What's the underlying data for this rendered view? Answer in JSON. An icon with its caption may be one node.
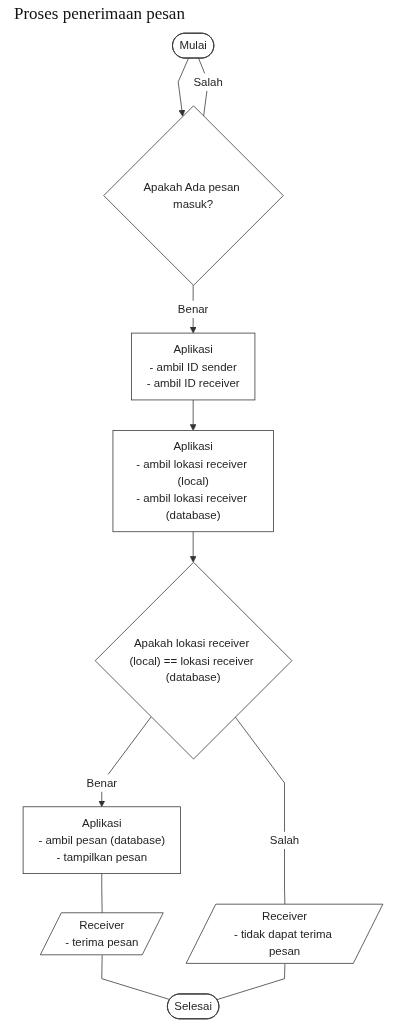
{
  "diagram": {
    "title": "Proses penerimaan pesan",
    "nodes": [
      {
        "text": [
          "Mulai"
        ]
      },
      {
        "text": [
          "Apakah Ada pesan masuk?"
        ]
      },
      {
        "text": [
          "Aplikasi",
          "- ambil ID sender",
          "- ambil ID receiver"
        ]
      },
      {
        "text": [
          "Aplikasi",
          "- ambil lokasi receiver (local)",
          "- ambil lokasi receiver (database)"
        ]
      },
      {
        "text": [
          "Apakah lokasi receiver (local) == lokasi receiver (database)"
        ]
      },
      {
        "text": [
          "Aplikasi",
          "- ambil pesan (database)",
          "- tampilkan pesan"
        ]
      },
      {
        "text": [
          "Receiver",
          "- terima pesan"
        ]
      },
      {
        "text": [
          "Receiver",
          "- tidak dapat terima pesan"
        ]
      },
      {
        "text": [
          "Selesai"
        ]
      }
    ],
    "edges": [
      {
        "from": 0,
        "to": 1,
        "arrow": "to"
      },
      {
        "from": 1,
        "to": 0,
        "label": "Salah",
        "arrow": "none"
      },
      {
        "from": 1,
        "to": 2,
        "label": "Benar",
        "arrow": "to"
      },
      {
        "from": 2,
        "to": 3,
        "arrow": "to"
      },
      {
        "from": 3,
        "to": 4,
        "arrow": "to"
      },
      {
        "from": 4,
        "to": 5,
        "label": "Benar",
        "arrow": "to"
      },
      {
        "from": 4,
        "to": 7,
        "label": "Salah",
        "arrow": "none"
      },
      {
        "from": 5,
        "to": 6,
        "arrow": "none"
      },
      {
        "from": 6,
        "to": 8,
        "arrow": "none"
      },
      {
        "from": 7,
        "to": 8,
        "arrow": "none"
      }
    ]
  }
}
